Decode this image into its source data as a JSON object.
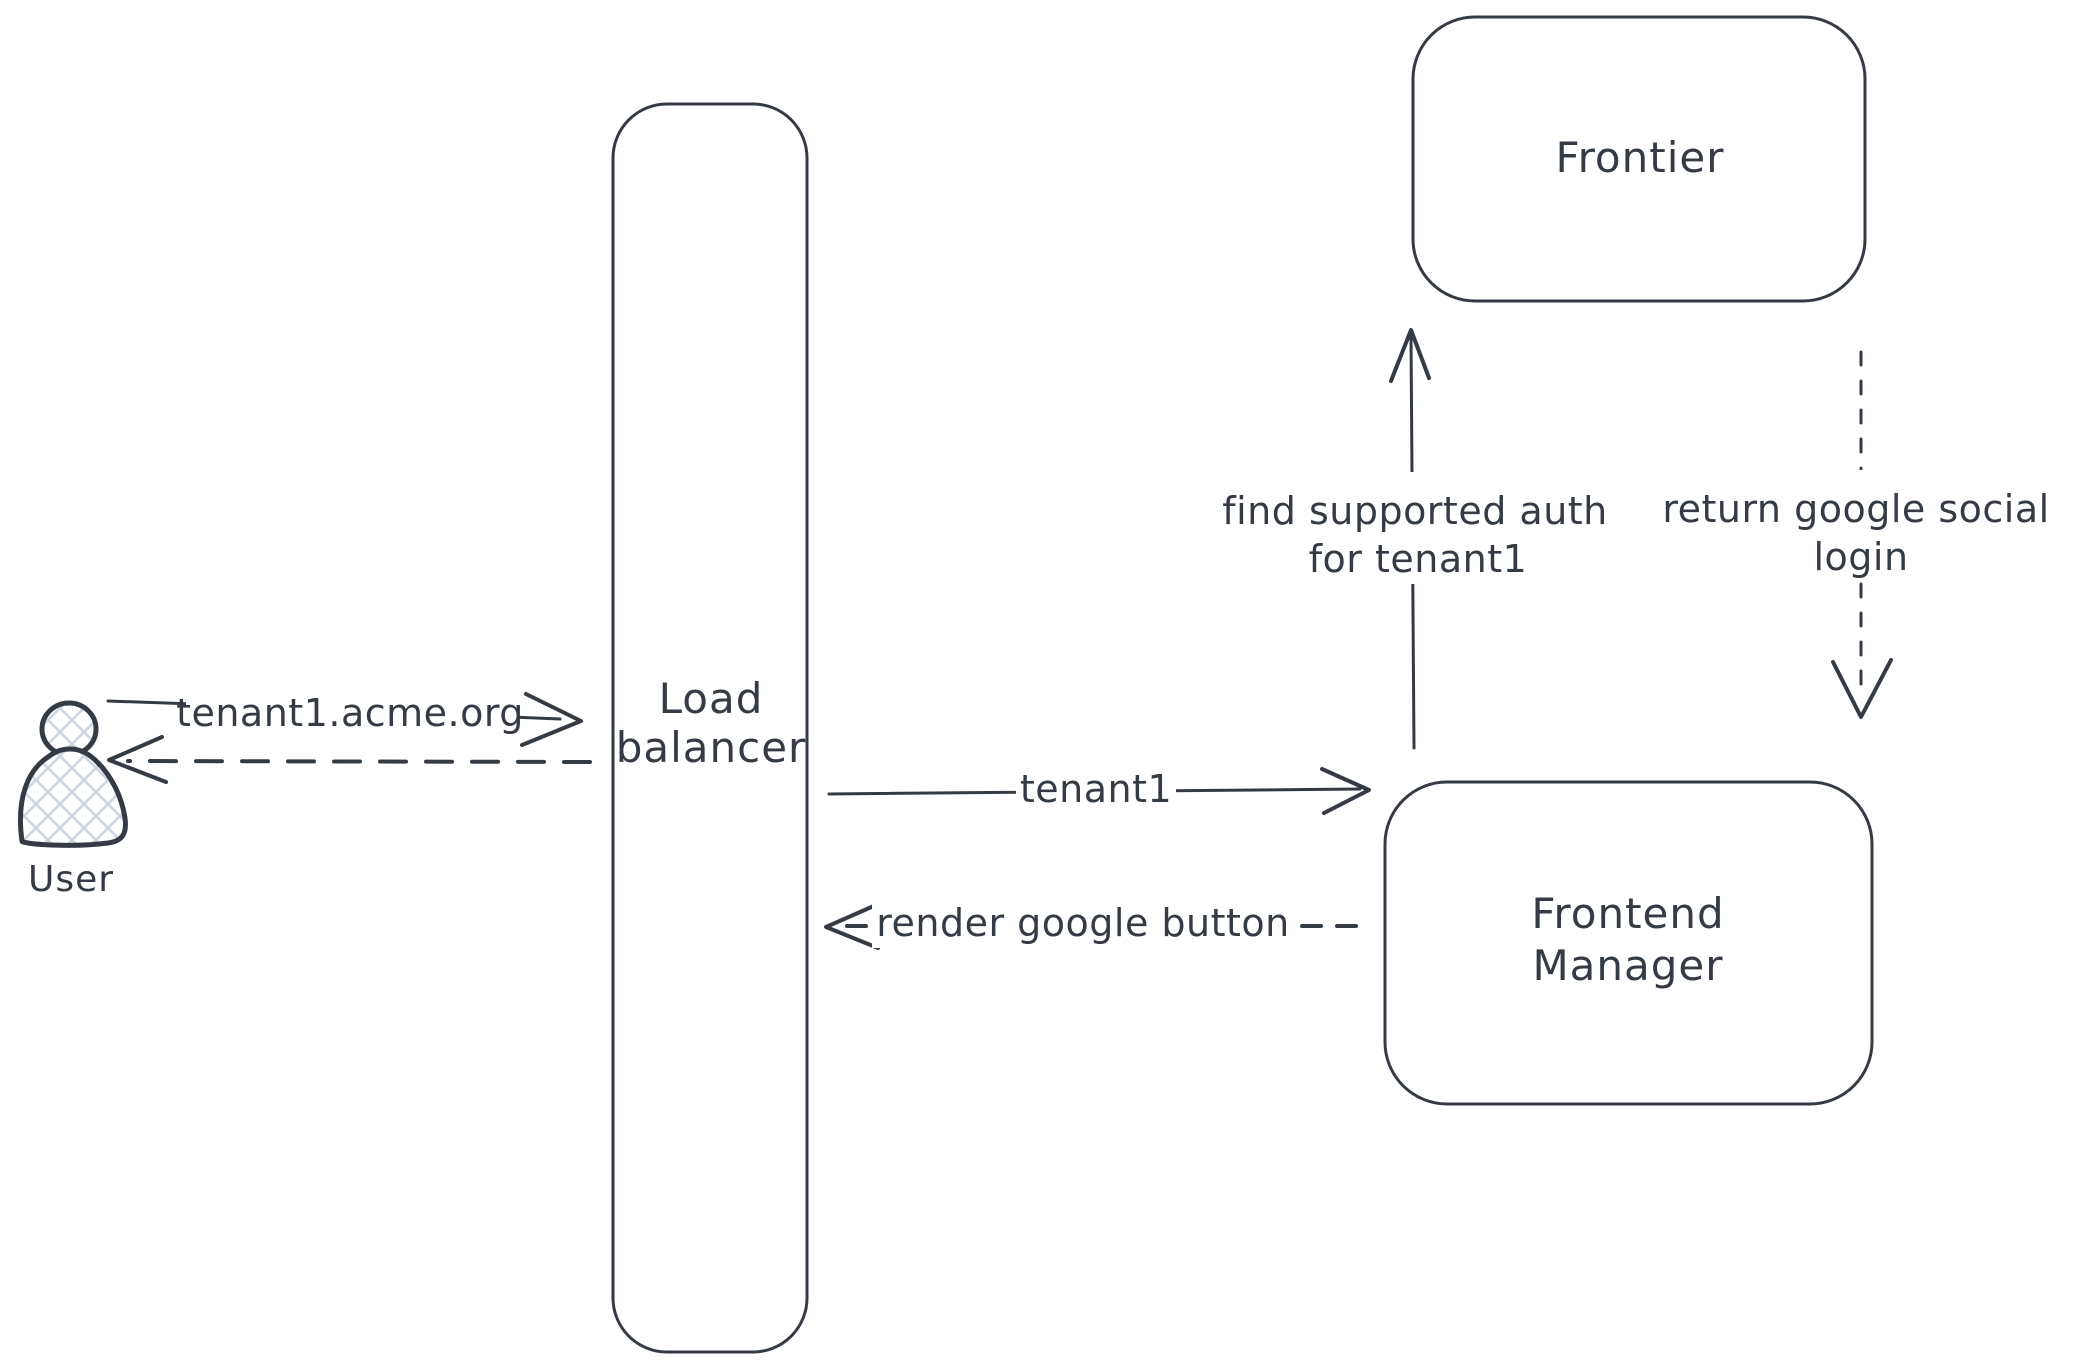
{
  "colors": {
    "ink": "#353b45",
    "hatch": "#cdd5e1",
    "label_bg": "#ffffff"
  },
  "nodes": {
    "user": {
      "label": "User",
      "shape": "actor"
    },
    "load_balancer": {
      "lines": [
        "Load",
        "balancer"
      ],
      "shape": "rounded-rectangle"
    },
    "frontier": {
      "label": "Frontier",
      "shape": "rounded-rectangle"
    },
    "frontend_manager": {
      "lines": [
        "Frontend",
        "Manager"
      ],
      "shape": "rounded-rectangle"
    }
  },
  "edges": {
    "user_to_load_balancer": {
      "label": "tenant1.acme.org",
      "style": "solid",
      "from": "user",
      "to": "load_balancer"
    },
    "load_balancer_to_user": {
      "style": "dashed",
      "from": "load_balancer",
      "to": "user"
    },
    "load_balancer_to_frontend_manager": {
      "label": "tenant1",
      "style": "solid",
      "from": "load_balancer",
      "to": "frontend_manager"
    },
    "frontend_manager_to_load_balancer": {
      "label": "render google button",
      "style": "dashed",
      "from": "frontend_manager",
      "to": "load_balancer"
    },
    "frontend_manager_to_frontier": {
      "lines": [
        "find supported auth",
        "for tenant1"
      ],
      "style": "solid",
      "from": "frontend_manager",
      "to": "frontier"
    },
    "frontier_to_frontend_manager": {
      "lines": [
        "return google social",
        "login"
      ],
      "style": "dashed",
      "from": "frontier",
      "to": "frontend_manager"
    }
  }
}
